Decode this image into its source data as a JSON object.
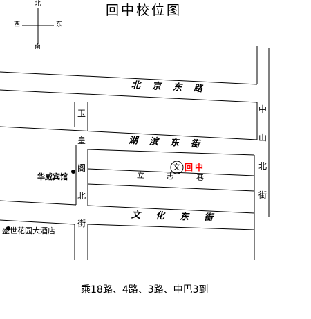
{
  "title": "回中校位图",
  "compass": {
    "north": "北",
    "south": "南",
    "west": "西",
    "east": "东"
  },
  "roads": {
    "beijing_east": "北京东路",
    "hubin_east": "湖滨东街",
    "lizhi": "立志巷",
    "wenhua_east": "文化东街",
    "yuhuangge_north": "玉皇阁北街",
    "zhongshan_north": "中山北街"
  },
  "pois": {
    "huawei_hotel": "华威宾馆",
    "shengshi_hotel": "盛世花园大酒店"
  },
  "school": {
    "symbol": "文",
    "name": "回中",
    "color": "#ff0000"
  },
  "bus_info": "乘18路、4路、3路、中巴3到",
  "colors": {
    "line": "#000000",
    "school": "#ff0000"
  }
}
